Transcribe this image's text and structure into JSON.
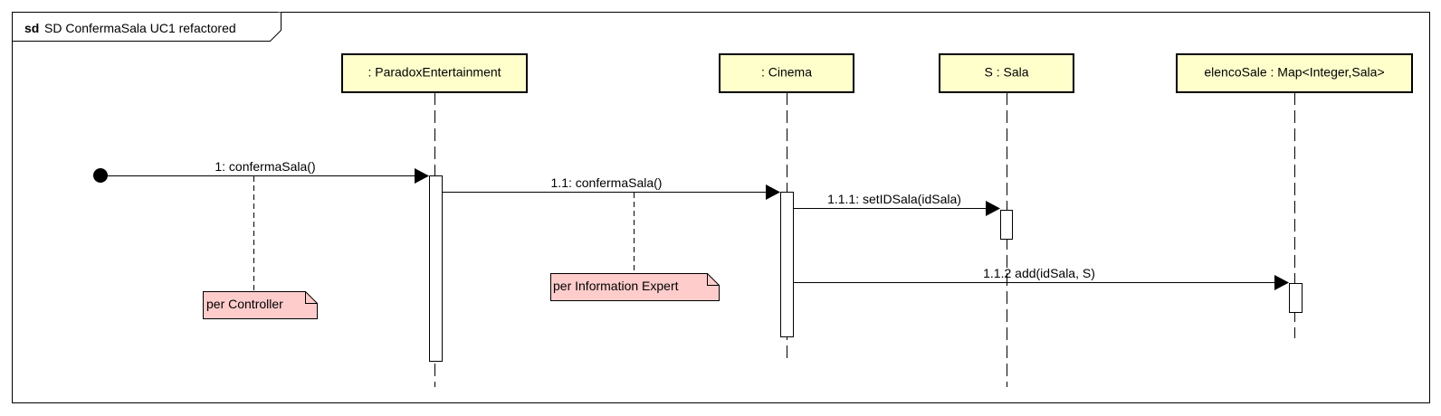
{
  "frame": {
    "keyword": "sd",
    "name": "SD ConfermaSala UC1 refactored"
  },
  "lifelines": [
    {
      "label": ": ParadoxEntertainment"
    },
    {
      "label": ": Cinema"
    },
    {
      "label": "S : Sala"
    },
    {
      "label": "elencoSale : Map<Integer,Sala>"
    }
  ],
  "messages": [
    {
      "label": "1: confermaSala()"
    },
    {
      "label": "1.1: confermaSala()"
    },
    {
      "label": "1.1.1: setIDSala(idSala)"
    },
    {
      "label": "1.1.2  add(idSala, S)"
    }
  ],
  "notes": [
    {
      "text": "per Controller"
    },
    {
      "text": "per Information Expert"
    }
  ],
  "colors": {
    "lifeline_fill": "#ffffcc",
    "note_fill": "#ffcccc",
    "stroke": "#000000"
  }
}
